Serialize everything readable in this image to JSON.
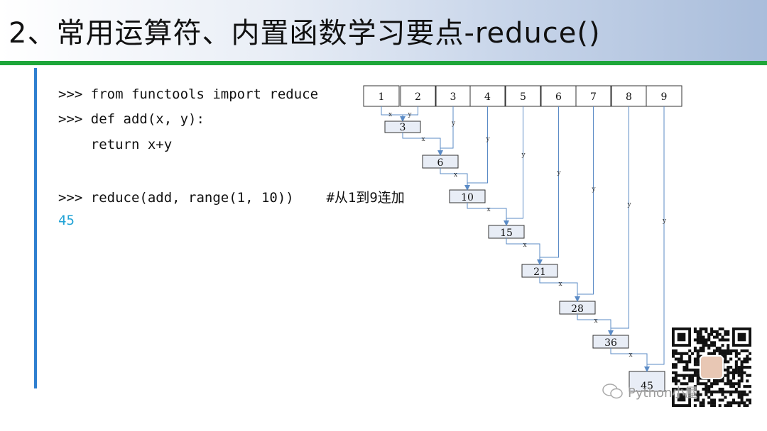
{
  "title": "2、常用运算符、内置函数学习要点-reduce()",
  "code_lines": [
    ">>> from functools import reduce",
    ">>> def add(x, y):",
    "    return x+y",
    ">>> reduce(add, range(1, 10))    #从1到9连加"
  ],
  "result": "45",
  "diagram": {
    "inputs": [
      "1",
      "2",
      "3",
      "4",
      "5",
      "6",
      "7",
      "8",
      "9"
    ],
    "partials": [
      "3",
      "6",
      "10",
      "15",
      "21",
      "28",
      "36",
      "45"
    ],
    "x_label": "x",
    "y_label": "y"
  },
  "watermark": "Python小屋",
  "colors": {
    "accent_green": "#1ea63a",
    "left_rule": "#2f7fd0",
    "result": "#22a3d6",
    "box_fill": "#e8edf6",
    "arrow": "#5b8bc6"
  },
  "icons": [
    "qr-code-icon",
    "wechat-logo-icon"
  ]
}
